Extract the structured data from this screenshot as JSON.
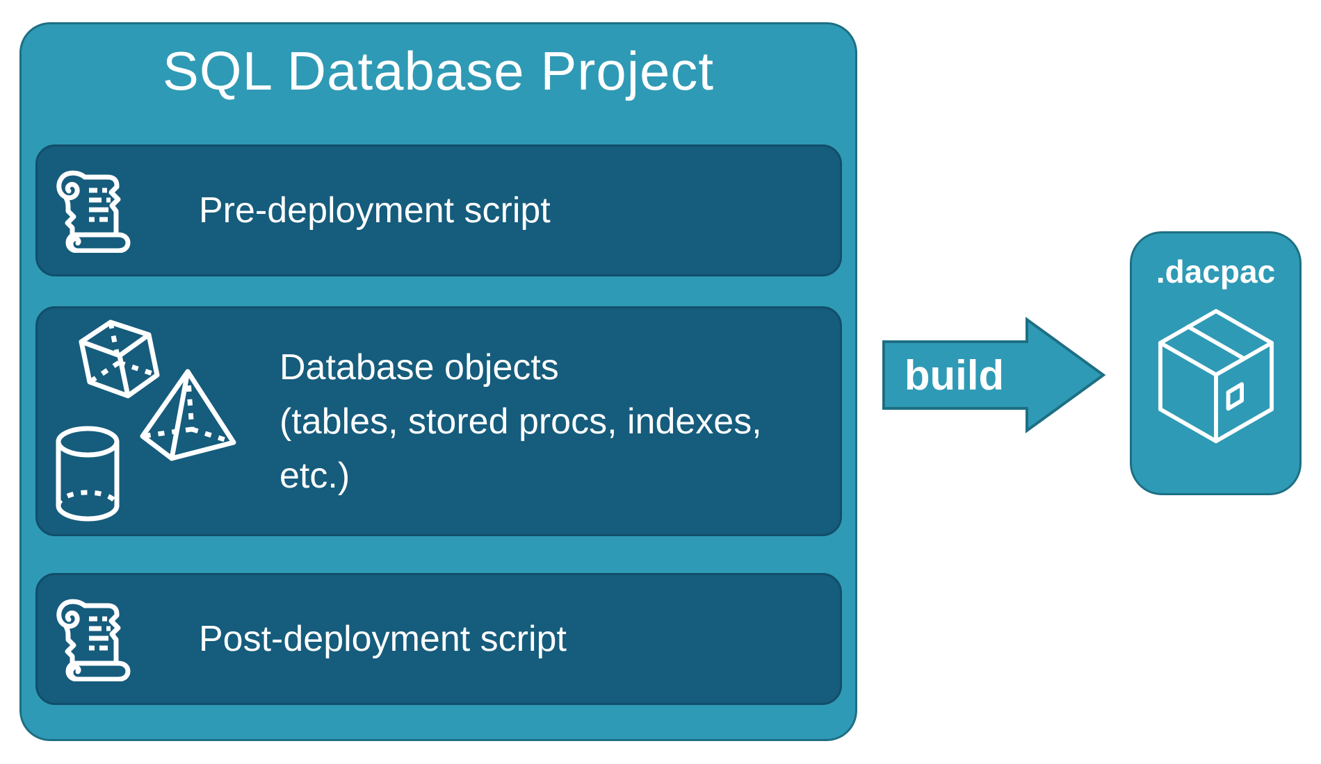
{
  "colors": {
    "canvas_bg": "#FFFFFF",
    "teal": "#2F9AB5",
    "teal_border": "#1D6F83",
    "navy": "#165C7C",
    "navy_border": "#114E6B",
    "text": "#FFFFFF"
  },
  "project": {
    "title": "SQL Database Project",
    "rows": [
      {
        "icon": "scroll-icon",
        "label": "Pre-deployment script"
      },
      {
        "icon": "database-objects-icon",
        "label_line1": "Database objects",
        "label_line2": "(tables, stored procs, indexes, etc.)"
      },
      {
        "icon": "scroll-icon",
        "label": "Post-deployment script"
      }
    ]
  },
  "build_arrow": {
    "label": "build"
  },
  "output_box": {
    "label": ".dacpac",
    "icon": "package-icon"
  }
}
